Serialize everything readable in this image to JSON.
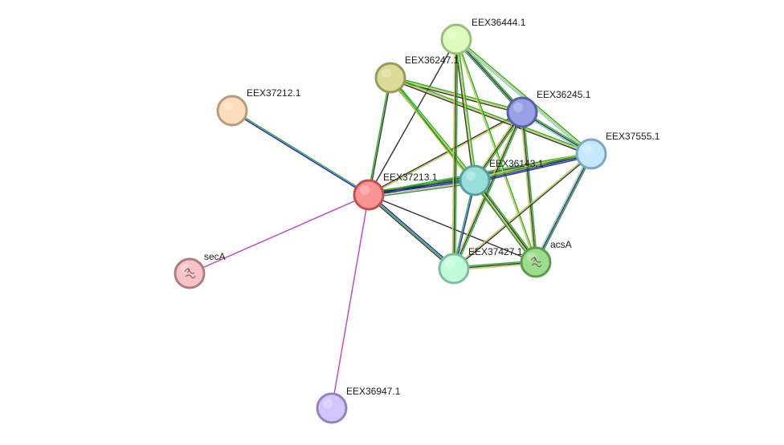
{
  "network": {
    "nodes": [
      {
        "id": "EEX37213.1",
        "label": "EEX37213.1",
        "fill": "#f89494",
        "stroke": "#c05050",
        "embedded": false
      },
      {
        "id": "EEX37212.1",
        "label": "EEX37212.1",
        "fill": "#fbdcbc",
        "stroke": "#b89a7c",
        "embedded": false
      },
      {
        "id": "secA",
        "label": "secA",
        "fill": "#f6c4c8",
        "stroke": "#b07c7f",
        "embedded": true
      },
      {
        "id": "EEX36947.1",
        "label": "EEX36947.1",
        "fill": "#d3c4fb",
        "stroke": "#9484bd",
        "embedded": false
      },
      {
        "id": "EEX36247.1",
        "label": "EEX36247.1",
        "fill": "#dcdc98",
        "stroke": "#9a9a5a",
        "embedded": false
      },
      {
        "id": "EEX36444.1",
        "label": "EEX36444.1",
        "fill": "#dcfcbc",
        "stroke": "#9cbc80",
        "embedded": false
      },
      {
        "id": "EEX36245.1",
        "label": "EEX36245.1",
        "fill": "#98a0e4",
        "stroke": "#5860a4",
        "embedded": false
      },
      {
        "id": "EEX37555.1",
        "label": "EEX37555.1",
        "fill": "#c4e8fc",
        "stroke": "#7ca8c0",
        "embedded": false
      },
      {
        "id": "EEX36143.1",
        "label": "EEX36143.1",
        "fill": "#98e0dc",
        "stroke": "#58a09c",
        "embedded": false
      },
      {
        "id": "EEX37427.1",
        "label": "EEX37427.1",
        "fill": "#c0fcdc",
        "stroke": "#80bca0",
        "embedded": false
      },
      {
        "id": "acsA",
        "label": "acsA",
        "fill": "#9cdc8c",
        "stroke": "#5c9c4c",
        "embedded": true
      }
    ],
    "edges": [
      {
        "a": "EEX37213.1",
        "b": "EEX37212.1",
        "colors": [
          "#1e1ee8",
          "#22b022"
        ]
      },
      {
        "a": "EEX37213.1",
        "b": "secA",
        "colors": [
          "#c83cc8"
        ]
      },
      {
        "a": "EEX37213.1",
        "b": "EEX36947.1",
        "colors": [
          "#c83cc8"
        ]
      },
      {
        "a": "EEX37213.1",
        "b": "EEX36247.1",
        "colors": [
          "#22b022",
          "#333333"
        ]
      },
      {
        "a": "EEX37213.1",
        "b": "EEX36444.1",
        "colors": [
          "#333333"
        ]
      },
      {
        "a": "EEX37213.1",
        "b": "EEX36245.1",
        "colors": [
          "#333333",
          "#c8c850"
        ]
      },
      {
        "a": "EEX37213.1",
        "b": "EEX37555.1",
        "colors": [
          "#22b022",
          "#333333",
          "#1e1ee8"
        ]
      },
      {
        "a": "EEX37213.1",
        "b": "EEX36143.1",
        "colors": [
          "#22b022",
          "#333333",
          "#1e1ee8",
          "#c8c850",
          "#2e8b57"
        ]
      },
      {
        "a": "EEX37213.1",
        "b": "EEX37427.1",
        "colors": [
          "#1e1ee8",
          "#22b022",
          "#333333"
        ]
      },
      {
        "a": "EEX37213.1",
        "b": "acsA",
        "colors": [
          "#333333"
        ]
      },
      {
        "a": "EEX36247.1",
        "b": "EEX36245.1",
        "colors": [
          "#22b022",
          "#c8c850",
          "#333333"
        ]
      },
      {
        "a": "EEX36247.1",
        "b": "EEX37555.1",
        "colors": [
          "#22b022",
          "#c8c850",
          "#333333"
        ]
      },
      {
        "a": "EEX36247.1",
        "b": "EEX36143.1",
        "colors": [
          "#22b022",
          "#c8c850",
          "#333333"
        ]
      },
      {
        "a": "EEX36247.1",
        "b": "acsA",
        "colors": [
          "#22b022",
          "#c8c850"
        ]
      },
      {
        "a": "EEX36444.1",
        "b": "EEX36245.1",
        "colors": [
          "#22b022",
          "#333333",
          "#2e8b57"
        ]
      },
      {
        "a": "EEX36444.1",
        "b": "EEX37555.1",
        "colors": [
          "#22b022",
          "#c8c850",
          "#7cc8e8"
        ]
      },
      {
        "a": "EEX36444.1",
        "b": "EEX36143.1",
        "colors": [
          "#22b022",
          "#c8c850",
          "#333333"
        ]
      },
      {
        "a": "EEX36444.1",
        "b": "EEX37427.1",
        "colors": [
          "#22b022",
          "#333333",
          "#c8c850"
        ]
      },
      {
        "a": "EEX36444.1",
        "b": "acsA",
        "colors": [
          "#22b022",
          "#c8c850"
        ]
      },
      {
        "a": "EEX36245.1",
        "b": "EEX37555.1",
        "colors": [
          "#22b022",
          "#333333",
          "#7cc8e8"
        ]
      },
      {
        "a": "EEX36245.1",
        "b": "EEX36143.1",
        "colors": [
          "#22b022",
          "#333333",
          "#c8c850"
        ]
      },
      {
        "a": "EEX36245.1",
        "b": "EEX37427.1",
        "colors": [
          "#22b022",
          "#333333",
          "#c8c850"
        ]
      },
      {
        "a": "EEX36245.1",
        "b": "acsA",
        "colors": [
          "#22b022",
          "#333333",
          "#c8c850"
        ]
      },
      {
        "a": "EEX37555.1",
        "b": "EEX36143.1",
        "colors": [
          "#1e1ee8",
          "#333333",
          "#22b022",
          "#c8c850"
        ]
      },
      {
        "a": "EEX37555.1",
        "b": "EEX37427.1",
        "colors": [
          "#333333",
          "#c8c850"
        ]
      },
      {
        "a": "EEX37555.1",
        "b": "acsA",
        "colors": [
          "#2e8b57",
          "#333333",
          "#7cc8e8"
        ]
      },
      {
        "a": "EEX36143.1",
        "b": "EEX37427.1",
        "colors": [
          "#1e1ee8",
          "#22b022"
        ]
      },
      {
        "a": "EEX36143.1",
        "b": "acsA",
        "colors": [
          "#22b022",
          "#333333",
          "#c8c850",
          "#2e8b57"
        ]
      },
      {
        "a": "EEX37427.1",
        "b": "acsA",
        "colors": [
          "#22b022",
          "#333333",
          "#c8c850"
        ]
      }
    ]
  }
}
